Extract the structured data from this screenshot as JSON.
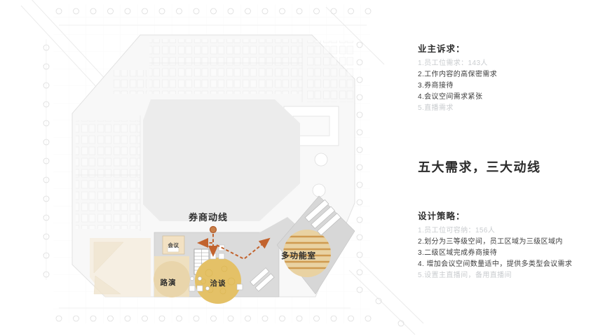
{
  "plan": {
    "movement_label": "券商动线",
    "rooms": {
      "meeting": "会议",
      "multifunction": "多功能室",
      "roadshow": "路演",
      "negotiation": "洽谈"
    },
    "colors": {
      "arrow": "#c2632e",
      "arrow_dot": "#c9804a",
      "negotiation_circle": "#e4c167",
      "roadshow_circle": "#e9d5ab",
      "wing_circle": "#e9d2a2"
    }
  },
  "demands": {
    "header": "业主诉求：",
    "items": [
      {
        "text": "1.员工位需求：143人",
        "muted": true
      },
      {
        "text": "2.工作内容的高保密需求",
        "muted": false
      },
      {
        "text": "3.券商接待",
        "muted": false
      },
      {
        "text": "4.会议空间需求紧张",
        "muted": false
      },
      {
        "text": "5.直播需求",
        "muted": true
      }
    ]
  },
  "headline": "五大需求，三大动线",
  "strategies": {
    "header": "设计策略：",
    "items": [
      {
        "text": "1.员工位可容纳：156人",
        "muted": true
      },
      {
        "text": "2.划分为三等级空间，员工区域为三级区域内",
        "muted": false
      },
      {
        "text": "3.二级区域完成券商接待",
        "muted": false
      },
      {
        "text": "4. 增加会议空间数量适中，提供多类型会议需求",
        "muted": false
      },
      {
        "text": "5.设置主直播间，备用直播间",
        "muted": true
      }
    ]
  }
}
